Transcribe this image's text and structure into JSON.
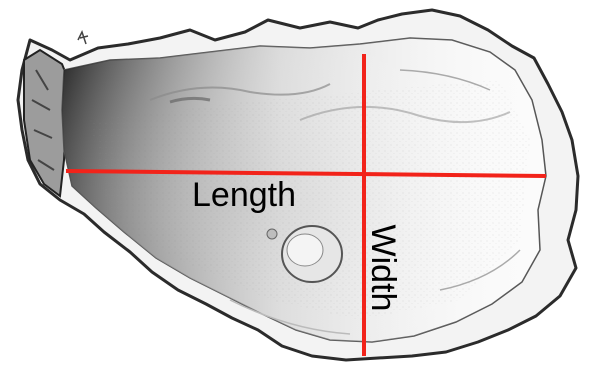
{
  "labels": {
    "length": "Length",
    "width": "Width"
  },
  "colors": {
    "measure_line": "#f2231a",
    "shell_outline": "#2b2b2b",
    "shell_fill": "#f4f4f4",
    "label_text": "#000000"
  },
  "illustration": {
    "subject": "oyster-shell",
    "style": "engraving"
  }
}
